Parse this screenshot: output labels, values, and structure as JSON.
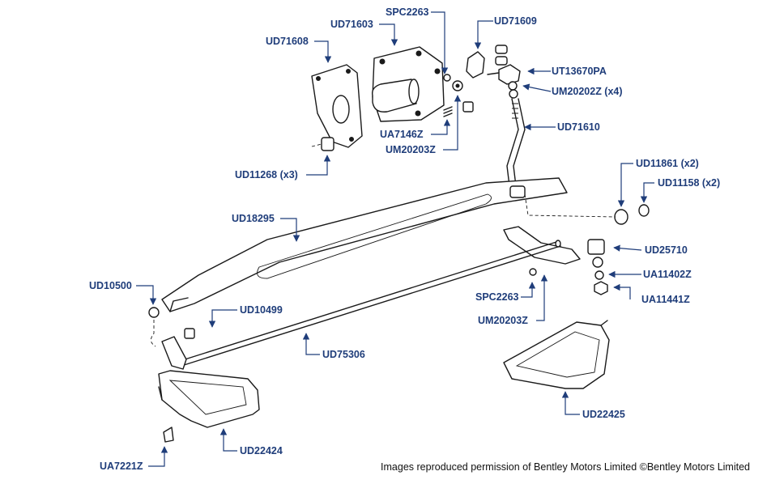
{
  "colors": {
    "label": "#1f3d7a",
    "ink": "#1a1a1a",
    "background": "#ffffff"
  },
  "parts": [
    {
      "id": "UD71608",
      "label": "UD71608"
    },
    {
      "id": "UD71603",
      "label": "UD71603"
    },
    {
      "id": "SPC2263-top",
      "label": "SPC2263"
    },
    {
      "id": "UD71609",
      "label": "UD71609"
    },
    {
      "id": "UT13670PA",
      "label": "UT13670PA"
    },
    {
      "id": "UM20202Z",
      "label": "UM20202Z (x4)"
    },
    {
      "id": "UD71610",
      "label": "UD71610"
    },
    {
      "id": "UA7146Z",
      "label": "UA7146Z"
    },
    {
      "id": "UM20203Z-top",
      "label": "UM20203Z"
    },
    {
      "id": "UD11268",
      "label": "UD11268 (x3)"
    },
    {
      "id": "UD11861",
      "label": "UD11861 (x2)"
    },
    {
      "id": "UD11158",
      "label": "UD11158 (x2)"
    },
    {
      "id": "UD18295",
      "label": "UD18295"
    },
    {
      "id": "UD25710",
      "label": "UD25710"
    },
    {
      "id": "UA11402Z",
      "label": "UA11402Z"
    },
    {
      "id": "UD10500",
      "label": "UD10500"
    },
    {
      "id": "UA11441Z",
      "label": "UA11441Z"
    },
    {
      "id": "UD10499",
      "label": "UD10499"
    },
    {
      "id": "SPC2263-bottom",
      "label": "SPC2263"
    },
    {
      "id": "UM20203Z-bottom",
      "label": "UM20203Z"
    },
    {
      "id": "UD75306",
      "label": "UD75306"
    },
    {
      "id": "UD22425",
      "label": "UD22425"
    },
    {
      "id": "UD22424",
      "label": "UD22424"
    },
    {
      "id": "UA7221Z",
      "label": "UA7221Z"
    }
  ],
  "credit": "Images reproduced permission of Bentley Motors Limited ©Bentley Motors Limited"
}
